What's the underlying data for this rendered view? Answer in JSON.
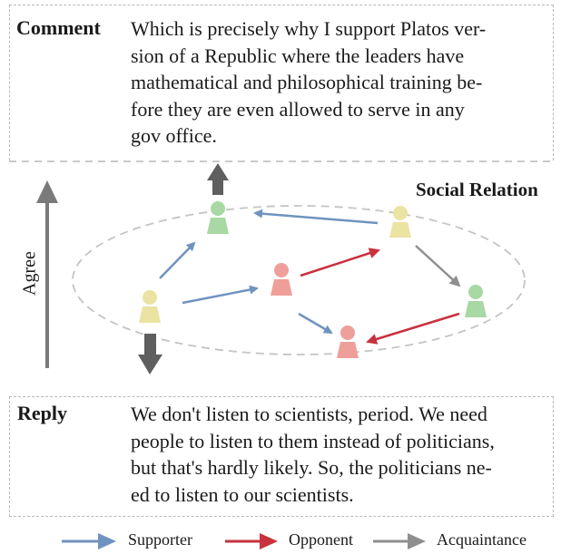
{
  "comment": {
    "label": "Comment",
    "text": "Which is precisely why I support Platos ver-\nsion of a Republic where the leaders have\nmathematical and philosophical training be-\nfore they are even allowed to serve in any\ngov office."
  },
  "reply": {
    "label": "Reply",
    "text": "We don't listen to scientists, period. We need\npeople to listen to them instead of politicians,\nbut that's hardly likely. So, the politicians ne-\ned to listen to our scientists."
  },
  "relation": {
    "title": "Social Relation",
    "axis_label": "Agree"
  },
  "legend": {
    "supporter": "Supporter",
    "opponent": "Opponent",
    "acquaintance": "Acquaintance"
  },
  "colors": {
    "supporter": "#6f93bf",
    "opponent": "#c8313e",
    "acquaintance": "#8f8f8f",
    "person_yellow": "#ebe3a2",
    "person_green": "#a8d8a3",
    "person_red": "#ef9f9a"
  }
}
